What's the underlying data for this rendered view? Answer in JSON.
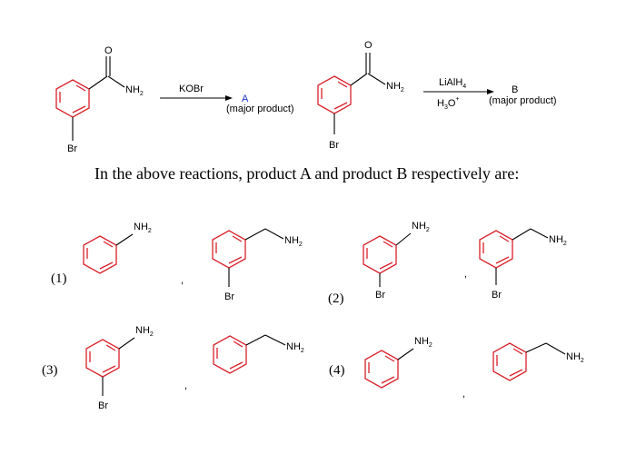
{
  "reaction1": {
    "substituent_label": "NH",
    "substituent_sub": "2",
    "oxygen_label": "O",
    "bromo_label": "Br",
    "reagent": "KOBr",
    "product_label": "A",
    "product_note": "(major product)"
  },
  "reaction2": {
    "substituent_label": "NH",
    "substituent_sub": "2",
    "oxygen_label": "O",
    "bromo_label": "Br",
    "reagent_top": "LiAlH",
    "reagent_top_sub": "4",
    "reagent_bottom": "H",
    "reagent_bottom_sub": "3",
    "reagent_bottom_tail": "O",
    "reagent_bottom_sup": "+",
    "product_label": "B",
    "product_note": "(major product)"
  },
  "question": "In the above reactions, product A and product B respectively are:",
  "options": [
    {
      "number": "(1)",
      "amine_a": "NH",
      "amine_a_sub": "2",
      "bromo_b": "Br",
      "amine_b": "NH",
      "amine_b_sub": "2",
      "separator": ","
    },
    {
      "number": "(2)",
      "amine_a": "NH",
      "amine_a_sub": "2",
      "bromo_a": "Br",
      "amine_b": "NH",
      "amine_b_sub": "2",
      "bromo_b": "Br",
      "separator": ","
    },
    {
      "number": "(3)",
      "amine_a": "NH",
      "amine_a_sub": "2",
      "bromo_a": "Br",
      "amine_b": "NH",
      "amine_b_sub": "2",
      "separator": ","
    },
    {
      "number": "(4)",
      "amine_a": "NH",
      "amine_a_sub": "2",
      "amine_b": "NH",
      "amine_b_sub": "2",
      "separator": ","
    }
  ],
  "colors": {
    "ring": "#d8202a",
    "bond": "#000000",
    "product_label": "#1b34c8"
  }
}
